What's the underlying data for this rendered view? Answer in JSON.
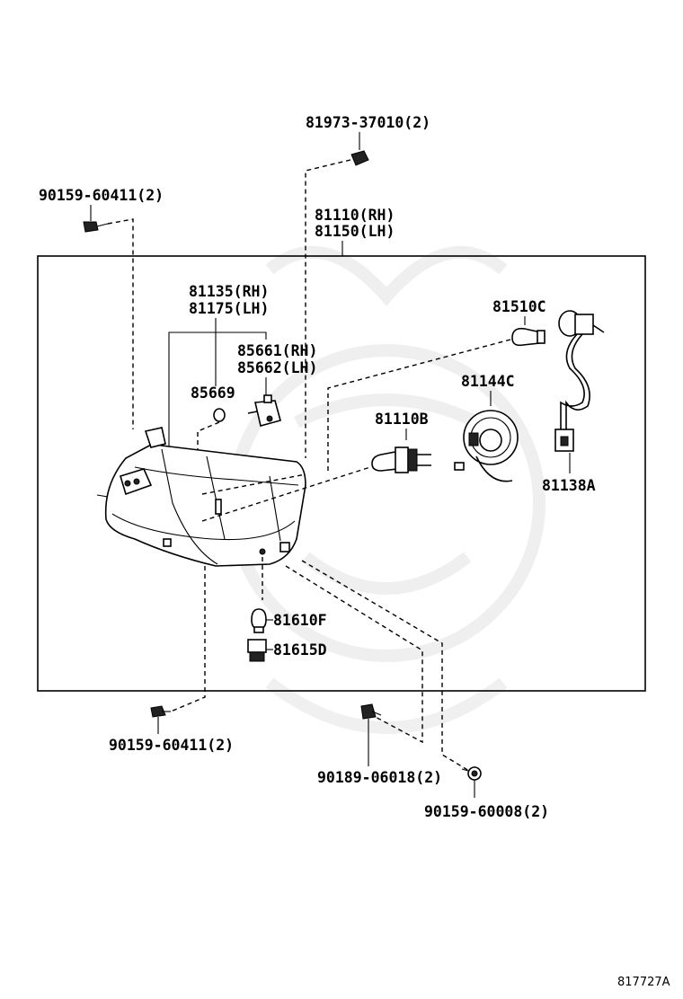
{
  "parts": {
    "p81973": "81973-37010(2)",
    "p90159_top": "90159-60411(2)",
    "p81110_rh": "81110(RH)",
    "p81150_lh": "81150(LH)",
    "p81135_rh": "81135(RH)",
    "p81175_lh": "81175(LH)",
    "p81510c": "81510C",
    "p85661_rh": "85661(RH)",
    "p85662_lh": "85662(LH)",
    "p85669": "85669",
    "p81144c": "81144C",
    "p81110b": "81110B",
    "p81138a": "81138A",
    "p81610f": "81610F",
    "p81615d": "81615D",
    "p90159_bottom": "90159-60411(2)",
    "p90189": "90189-06018(2)",
    "p90159_60008": "90159-60008(2)"
  },
  "diagram_id": "817727A"
}
